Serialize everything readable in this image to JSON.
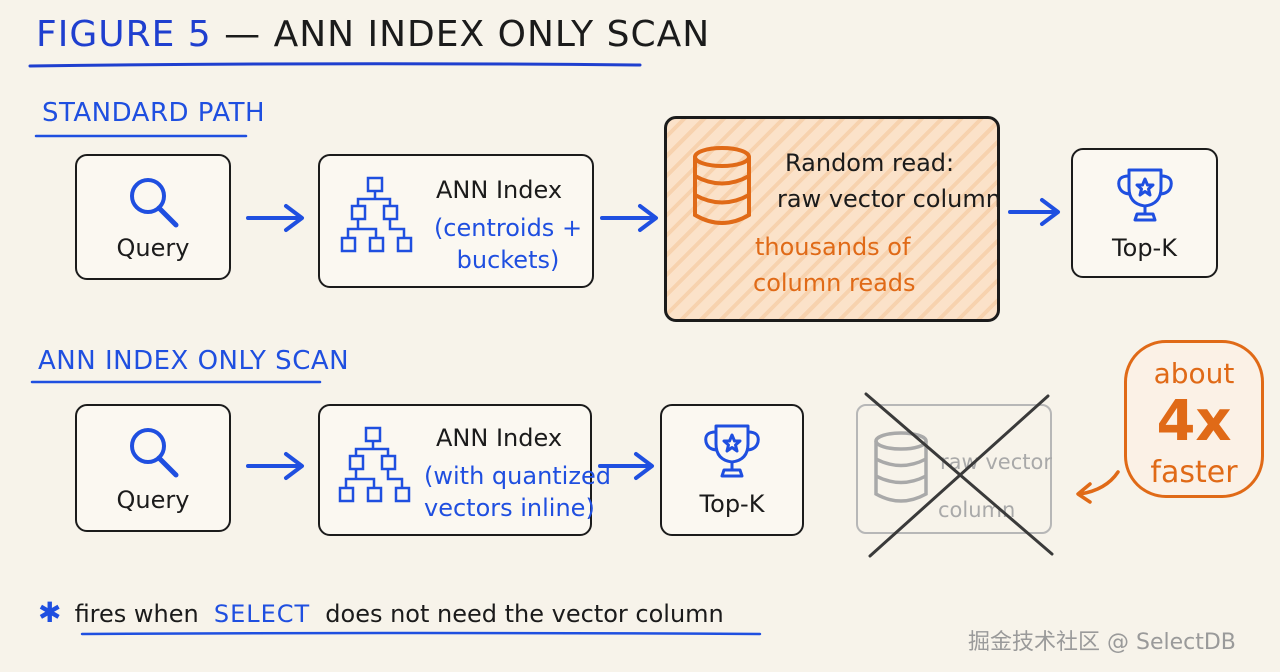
{
  "title": {
    "prefix": "Figure 5",
    "dash": " — ",
    "rest": "ANN Index Only Scan"
  },
  "standard": {
    "label": "Standard Path",
    "query": "Query",
    "index_title": "ANN Index",
    "index_line1": "(centroids +",
    "index_line2": "buckets)",
    "read_line1": "Random read:",
    "read_line2": "raw vector column",
    "note_line1": "thousands of",
    "note_line2": "column reads",
    "topk": "Top-K"
  },
  "onlyscan": {
    "label": "ANN Index Only Scan",
    "query": "Query",
    "index_title": "ANN Index",
    "index_line1": "(with quantized",
    "index_line2": "vectors inline)",
    "topk": "Top-K",
    "skipped_line1": "raw vector",
    "skipped_line2": "column"
  },
  "badge": {
    "line1": "about",
    "line2": "4x",
    "line3": "faster"
  },
  "footnote": {
    "star": "✱",
    "pre": "fires when",
    "keyword": "SELECT",
    "post": "does not need the vector column"
  },
  "watermark": "掘金技术社区 @ SelectDB",
  "colors": {
    "blue": "#1f4fe0",
    "orange": "#e06a17",
    "ink": "#1b1b1b",
    "background": "#f7f3ea"
  }
}
